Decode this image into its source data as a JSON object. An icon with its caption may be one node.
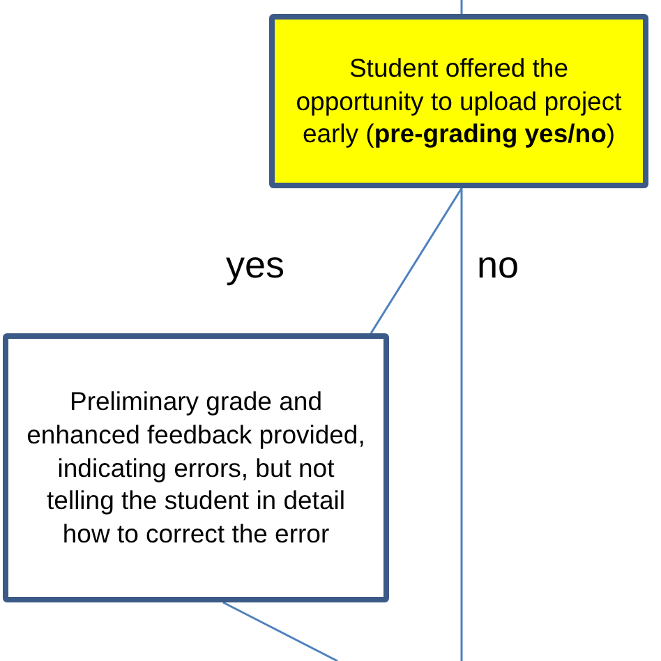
{
  "diagram": {
    "nodes": [
      {
        "text": [
          "Student offered the opportunity to upload project early (**pre-grading yes/no**)"
        ]
      },
      {
        "text": [
          "Preliminary grade and enhanced feedback provided, indicating errors, but not telling the student in detail how to correct the error"
        ]
      }
    ],
    "edges": [
      {
        "from": null,
        "to": 0,
        "arrow": "none"
      },
      {
        "from": 0,
        "to": 1,
        "arrow": "none",
        "label": "yes"
      },
      {
        "from": 0,
        "to": null,
        "arrow": "none",
        "label": "no"
      },
      {
        "from": 1,
        "to": null,
        "arrow": "none"
      }
    ]
  }
}
